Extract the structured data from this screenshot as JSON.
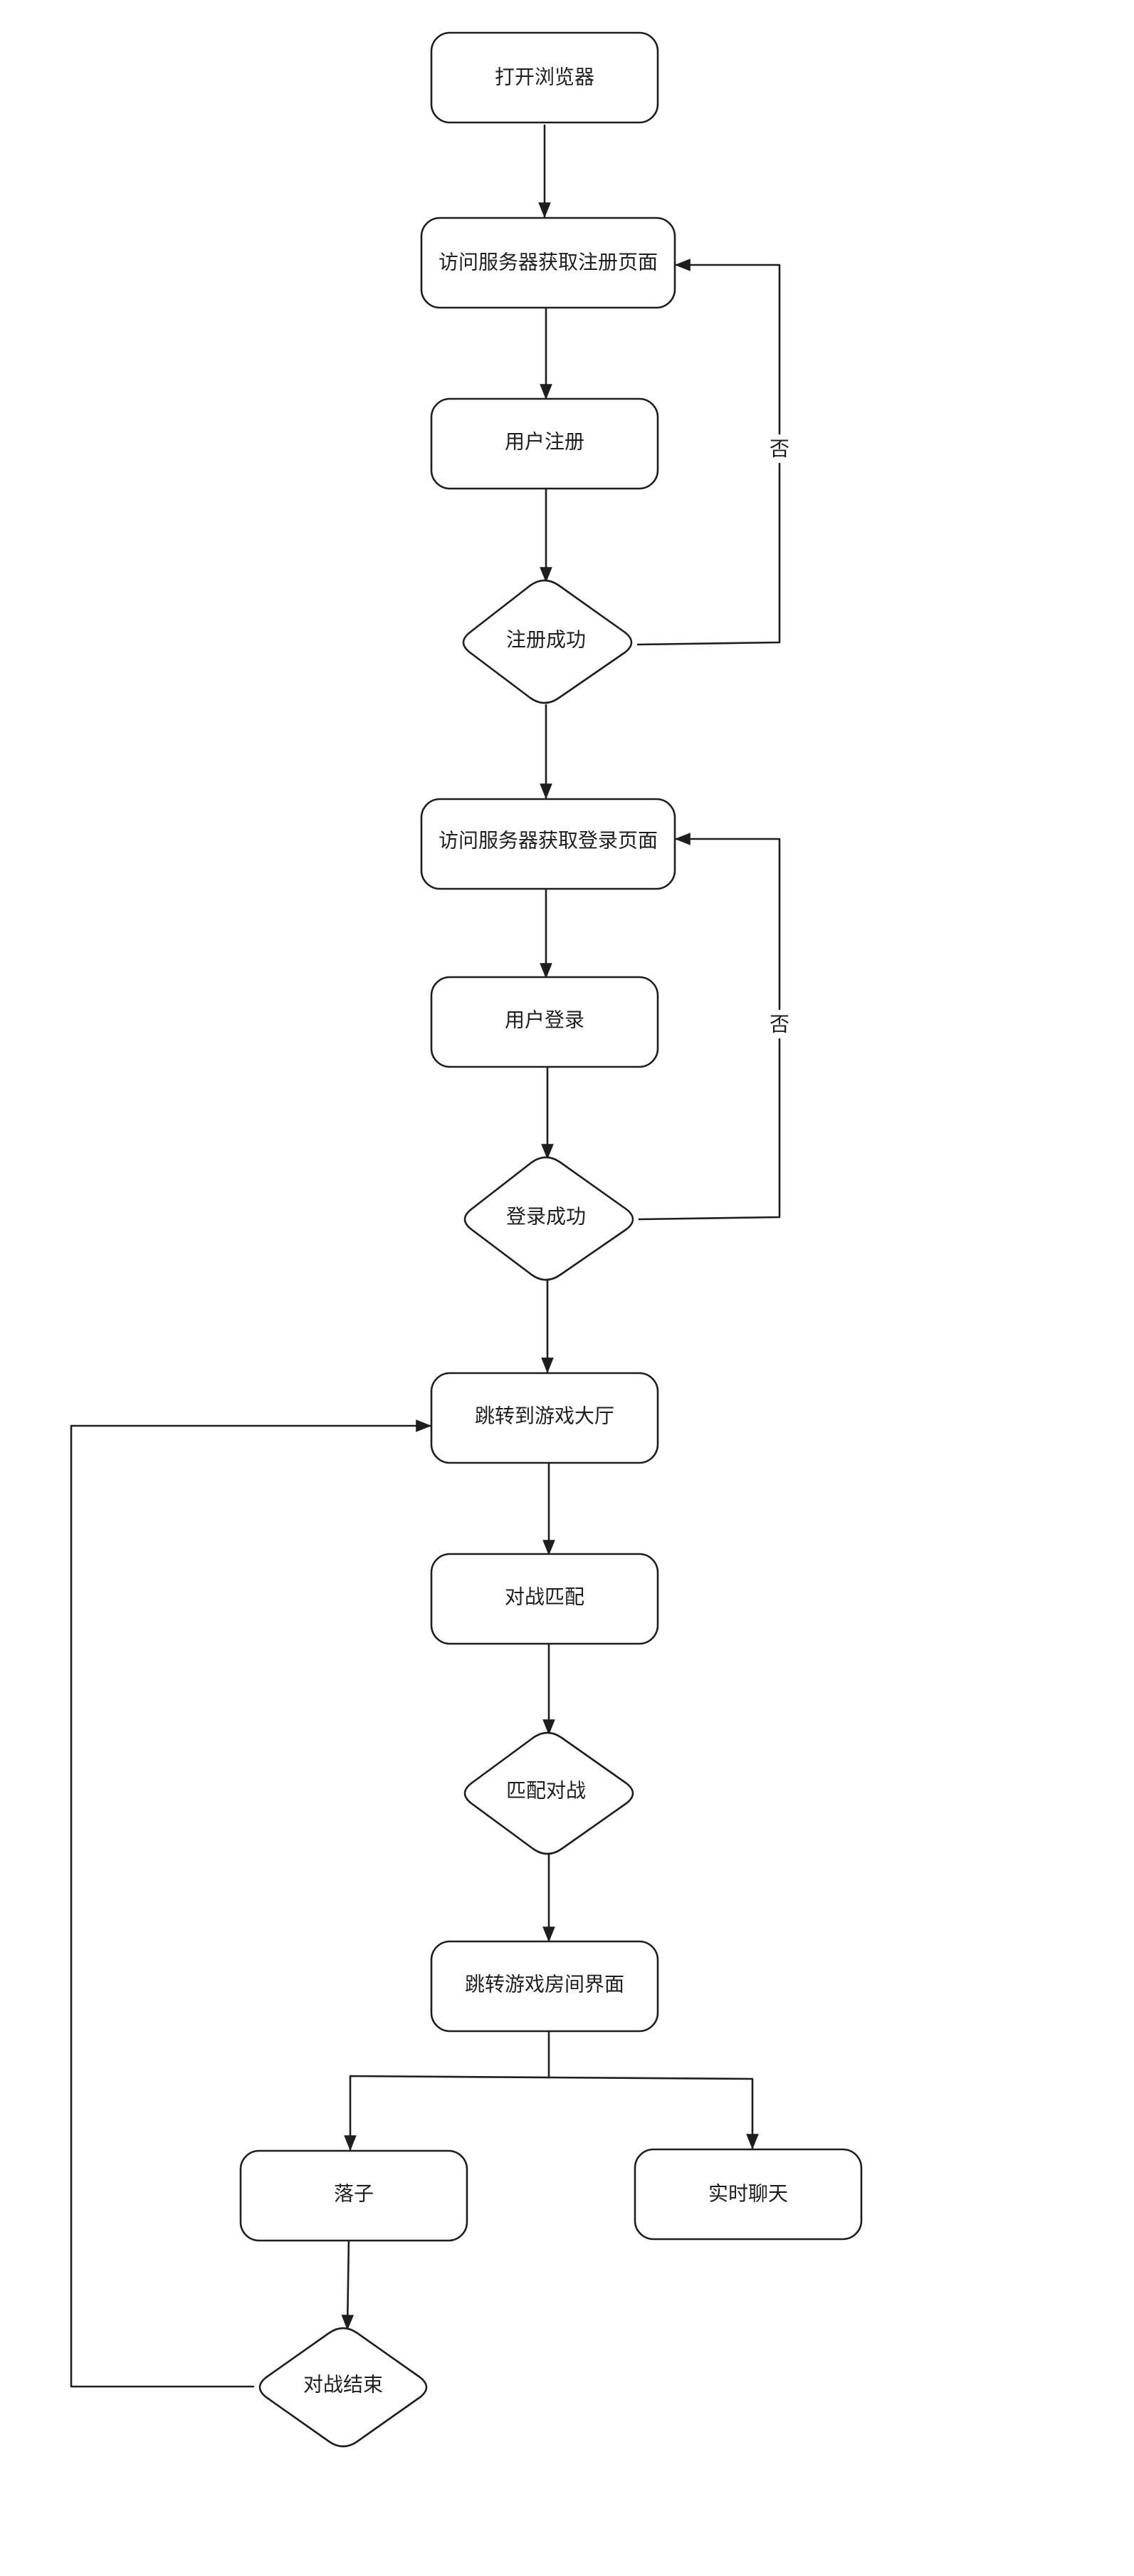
{
  "diagram": {
    "nodes": {
      "open_browser": "打开浏览器",
      "get_register_page": "访问服务器获取注册页面",
      "user_register": "用户注册",
      "register_success": "注册成功",
      "get_login_page": "访问服务器获取登录页面",
      "user_login": "用户登录",
      "login_success": "登录成功",
      "goto_lobby": "跳转到游戏大厅",
      "battle_match": "对战匹配",
      "match_battle": "匹配对战",
      "goto_room": "跳转游戏房间界面",
      "place_piece": "落子",
      "realtime_chat": "实时聊天",
      "battle_end": "对战结束"
    },
    "edge_labels": {
      "register_fail": "否",
      "login_fail": "否"
    },
    "colors": {
      "stroke": "#1e1e1e",
      "fill": "#ffffff",
      "background": "#ffffff"
    }
  }
}
